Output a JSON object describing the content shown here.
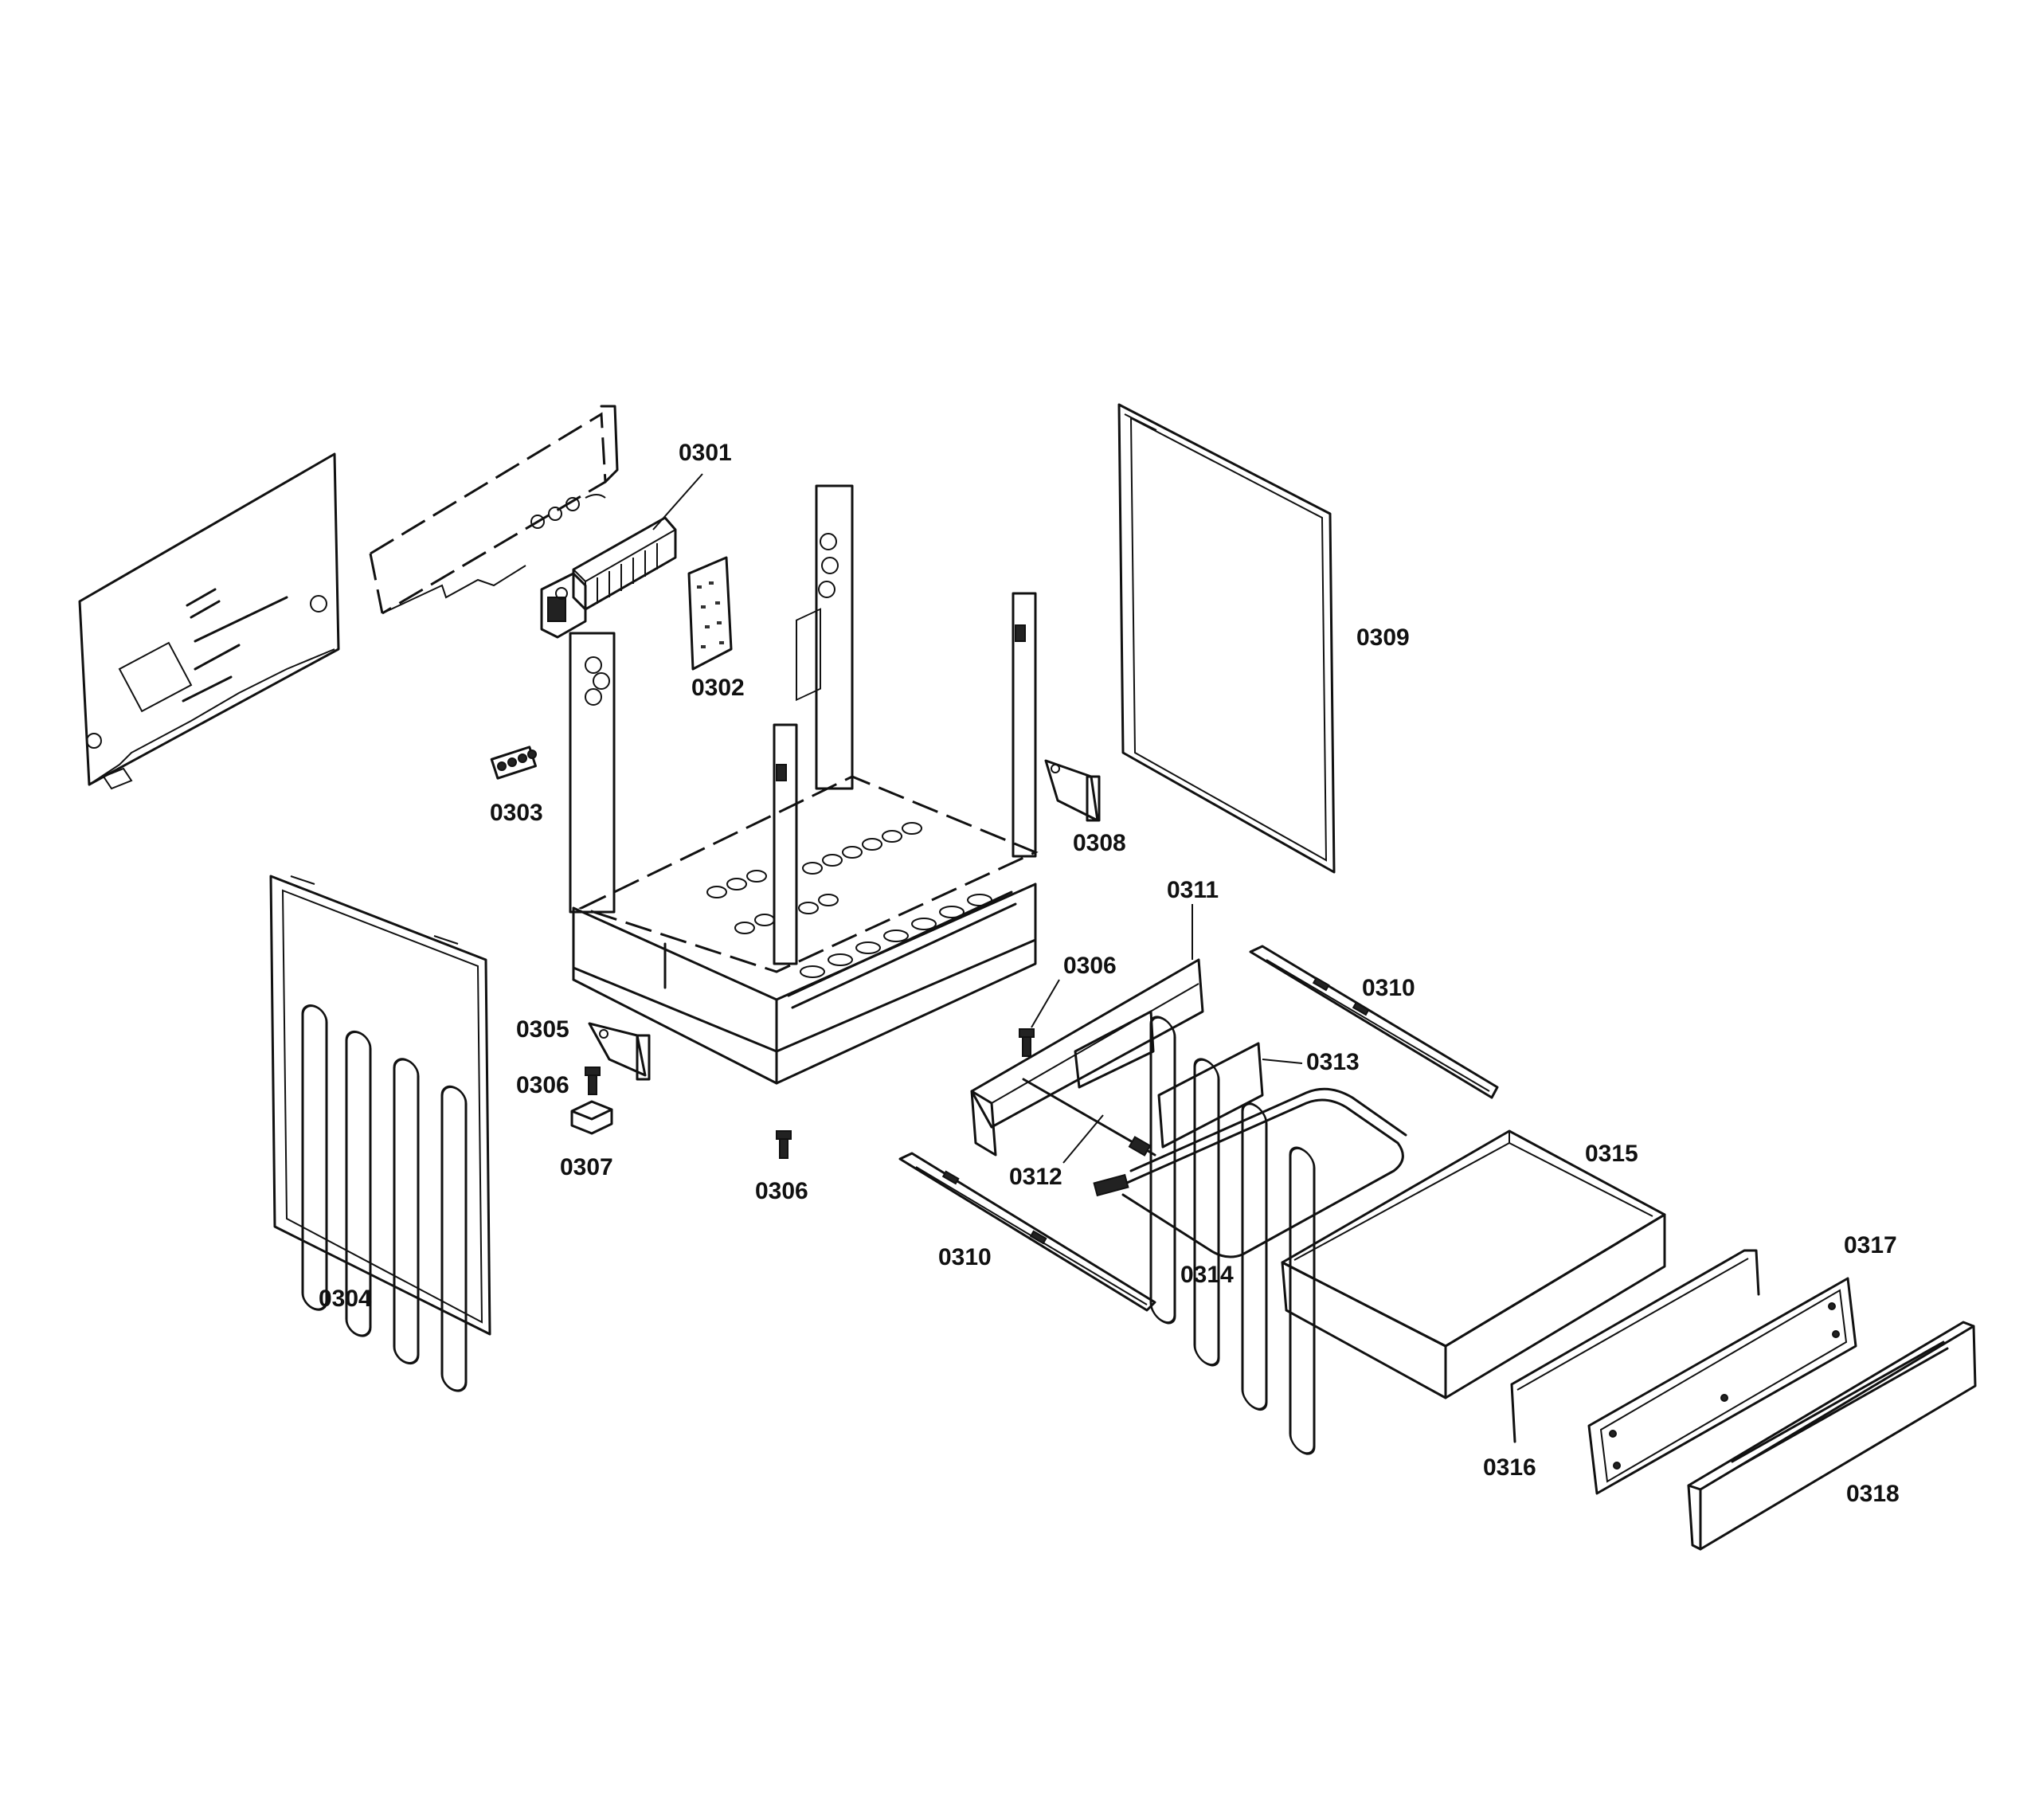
{
  "parts": [
    {
      "id": "p0301",
      "label": "0301"
    },
    {
      "id": "p0302",
      "label": "0302"
    },
    {
      "id": "p0303",
      "label": "0303"
    },
    {
      "id": "p0304",
      "label": "0304"
    },
    {
      "id": "p0305",
      "label": "0305"
    },
    {
      "id": "p0306a",
      "label": "0306"
    },
    {
      "id": "p0306b",
      "label": "0306"
    },
    {
      "id": "p0306c",
      "label": "0306"
    },
    {
      "id": "p0307",
      "label": "0307"
    },
    {
      "id": "p0308",
      "label": "0308"
    },
    {
      "id": "p0309",
      "label": "0309"
    },
    {
      "id": "p0310a",
      "label": "0310"
    },
    {
      "id": "p0310b",
      "label": "0310"
    },
    {
      "id": "p0311",
      "label": "0311"
    },
    {
      "id": "p0312",
      "label": "0312"
    },
    {
      "id": "p0313",
      "label": "0313"
    },
    {
      "id": "p0314",
      "label": "0314"
    },
    {
      "id": "p0315",
      "label": "0315"
    },
    {
      "id": "p0316",
      "label": "0316"
    },
    {
      "id": "p0317",
      "label": "0317"
    },
    {
      "id": "p0318",
      "label": "0318"
    }
  ]
}
